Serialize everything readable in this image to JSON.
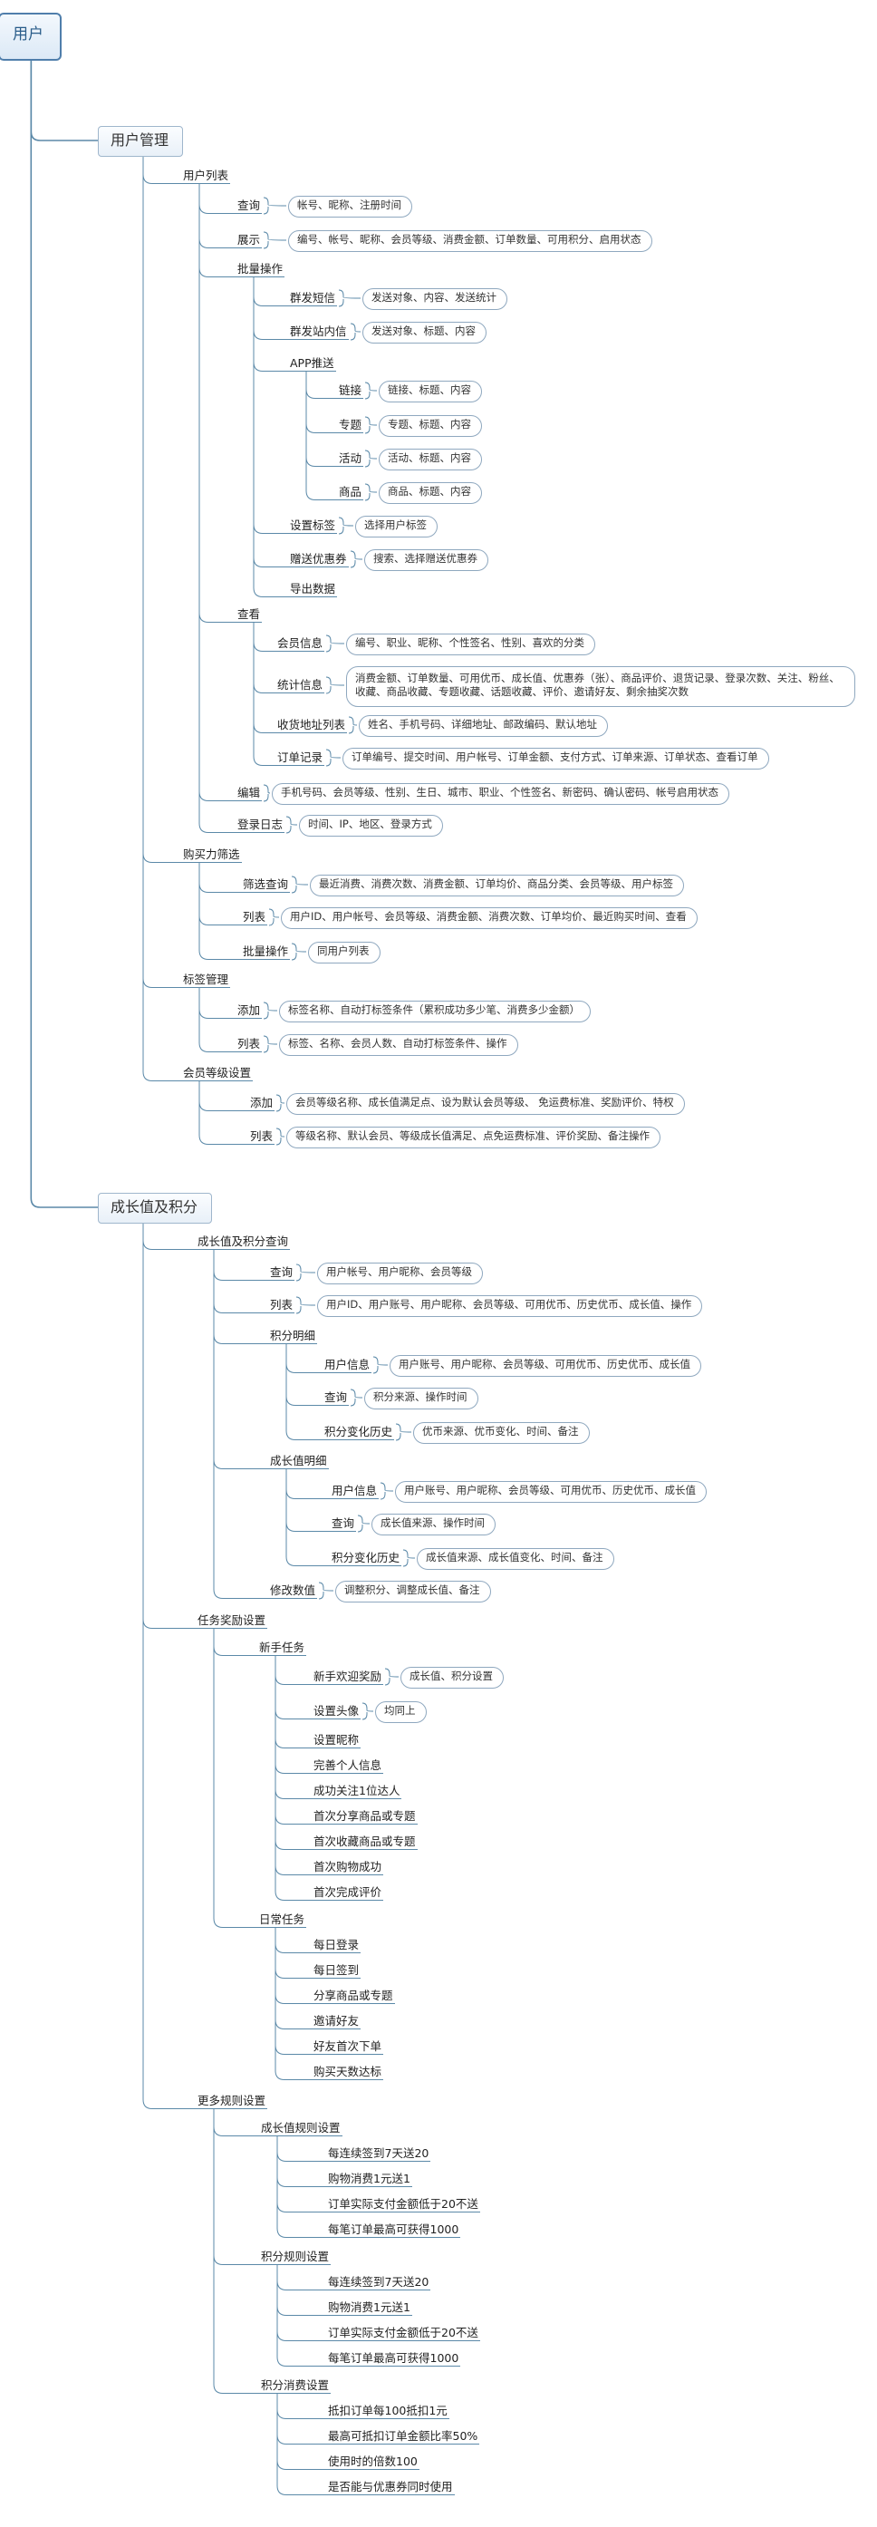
{
  "root": {
    "label": "用户"
  },
  "nodes": {
    "user_mgmt": "用户管理",
    "user_list": "用户列表",
    "query": "查询",
    "query_v": "帐号、昵称、注册时间",
    "display": "展示",
    "display_v": "编号、帐号、昵称、会员等级、消费金额、订单数量、可用积分、启用状态",
    "batch": "批量操作",
    "sms": "群发短信",
    "sms_v": "发送对象、内容、发送统计",
    "inbox": "群发站内信",
    "inbox_v": "发送对象、标题、内容",
    "app_push": "APP推送",
    "push_link": "链接",
    "push_link_v": "链接、标题、内容",
    "push_topic": "专题",
    "push_topic_v": "专题、标题、内容",
    "push_event": "活动",
    "push_event_v": "活动、标题、内容",
    "push_goods": "商品",
    "push_goods_v": "商品、标题、内容",
    "set_tag": "设置标签",
    "set_tag_v": "选择用户标签",
    "gift_coupon": "赠送优惠券",
    "gift_coupon_v": "搜索、选择赠送优惠券",
    "export": "导出数据",
    "view": "查看",
    "member_info": "会员信息",
    "member_info_v": "编号、职业、昵称、个性签名、性别、喜欢的分类",
    "stats_info": "统计信息",
    "stats_info_v": "消费金额、订单数量、可用优币、成长值、优惠券（张）、商品评价、退货记录、登录次数、关注、粉丝、收藏、商品收藏、专题收藏、话题收藏、评价、邀请好友、剩余抽奖次数",
    "address": "收货地址列表",
    "address_v": "姓名、手机号码、详细地址、邮政编码、默认地址",
    "orders": "订单记录",
    "orders_v": "订单编号、提交时间、用户帐号、订单金额、支付方式、订单来源、订单状态、查看订单",
    "edit": "编辑",
    "edit_v": "手机号码、会员等级、性别、生日、城市、职业、个性签名、新密码、确认密码、帐号启用状态",
    "login_log": "登录日志",
    "login_log_v": "时间、IP、地区、登录方式",
    "buy_filter": "购买力筛选",
    "filter_query": "筛选查询",
    "filter_query_v": "最近消费、消费次数、消费金额、订单均价、商品分类、会员等级、用户标签",
    "filter_list": "列表",
    "filter_list_v": "用户ID、用户帐号、会员等级、消费金额、消费次数、订单均价、最近购买时间、查看",
    "filter_batch": "批量操作",
    "filter_batch_v": "同用户列表",
    "tag_mgmt": "标签管理",
    "tag_add": "添加",
    "tag_add_v": "标签名称、自动打标签条件（累积成功多少笔、消费多少金额）",
    "tag_list": "列表",
    "tag_list_v": "标签、名称、会员人数、自动打标签条件、操作",
    "level_set": "会员等级设置",
    "level_add": "添加",
    "level_add_v": "会员等级名称、成长值满足点、设为默认会员等级、 免运费标准、奖励评价、特权",
    "level_list": "列表",
    "level_list_v": "等级名称、默认会员、等级成长值满足、点免运费标准、评价奖励、备注操作",
    "growth": "成长值及积分",
    "gq": "成长值及积分查询",
    "gq_query": "查询",
    "gq_query_v": "用户帐号、用户昵称、会员等级",
    "gq_list": "列表",
    "gq_list_v": "用户ID、用户账号、用户昵称、会员等级、可用优币、历史优币、成长值、操作",
    "points_detail": "积分明细",
    "pd_user": "用户信息",
    "pd_user_v": "用户账号、用户昵称、会员等级、可用优币、历史优币、成长值",
    "pd_query": "查询",
    "pd_query_v": "积分来源、操作时间",
    "pd_hist": "积分变化历史",
    "pd_hist_v": "优币来源、优币变化、时间、备注",
    "growth_detail": "成长值明细",
    "gd_user": "用户信息",
    "gd_user_v": "用户账号、用户昵称、会员等级、可用优币、历史优币、成长值",
    "gd_query": "查询",
    "gd_query_v": "成长值来源、操作时间",
    "gd_hist": "积分变化历史",
    "gd_hist_v": "成长值来源、成长值变化、时间、备注",
    "modify": "修改数值",
    "modify_v": "调整积分、调整成长值、备注",
    "task_reward": "任务奖励设置",
    "newbie": "新手任务",
    "nb1": "新手欢迎奖励",
    "nb1_v": "成长值、积分设置",
    "nb2": "设置头像",
    "nb2_v": "均同上",
    "nb3": "设置昵称",
    "nb4": "完善个人信息",
    "nb5": "成功关注1位达人",
    "nb6": "首次分享商品或专题",
    "nb7": "首次收藏商品或专题",
    "nb8": "首次购物成功",
    "nb9": "首次完成评价",
    "daily": "日常任务",
    "d1": "每日登录",
    "d2": "每日签到",
    "d3": "分享商品或专题",
    "d4": "邀请好友",
    "d5": "好友首次下单",
    "d6": "购买天数达标",
    "more_rules": "更多规则设置",
    "growth_rules": "成长值规则设置",
    "gr1": "每连续签到7天送20",
    "gr2": "购物消费1元送1",
    "gr3": "订单实际支付金额低于20不送",
    "gr4": "每笔订单最高可获得1000",
    "point_rules": "积分规则设置",
    "pr1": "每连续签到7天送20",
    "pr2": "购物消费1元送1",
    "pr3": "订单实际支付金额低于20不送",
    "pr4": "每笔订单最高可获得1000",
    "point_spend": "积分消费设置",
    "ps1": "抵扣订单每100抵扣1元",
    "ps2": "最高可抵扣订单金额比率50%",
    "ps3": "使用时的倍数100",
    "ps4": "是否能与优惠券同时使用"
  },
  "colors": {
    "line": "#5b89a8",
    "box_border": "#8fa8bf",
    "root_border": "#4f7eab",
    "text": "#222222"
  }
}
